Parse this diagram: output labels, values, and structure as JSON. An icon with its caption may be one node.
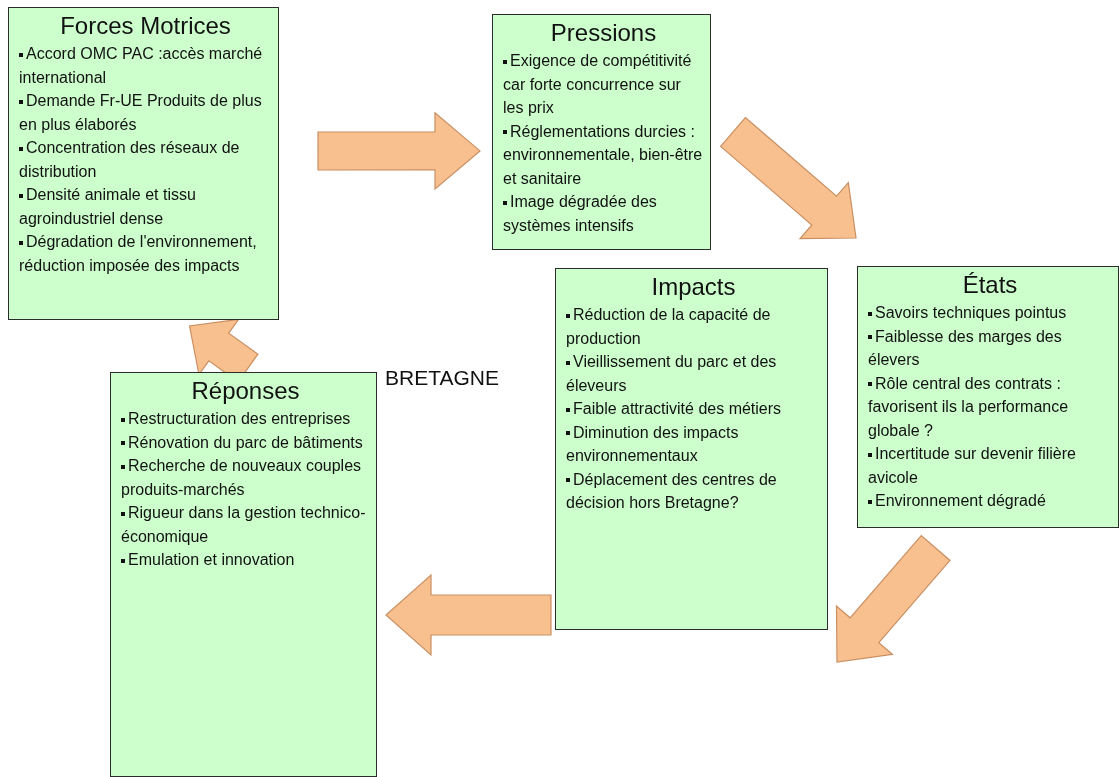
{
  "diagram": {
    "nodes": [
      {
        "text": [
          "Forces Motrices",
          "Accord OMC PAC :accès marché international",
          "Demande Fr-UE Produits de plus en plus élaborés",
          "Concentration des réseaux de distribution",
          "Densité animale et tissu agroindustriel dense",
          "Dégradation de l'environnement, réduction imposée des impacts"
        ]
      },
      {
        "text": [
          "Pressions",
          "Exigence de compétitivité car forte concurrence sur les prix",
          "Réglementations durcies : environnementale, bien-être et sanitaire",
          "Image dégradée des systèmes intensifs"
        ]
      },
      {
        "text": [
          "États",
          "Savoirs techniques pointus",
          "Faiblesse des marges des élevers",
          "Rôle central des contrats : favorisent ils la performance globale ?",
          "Incertitude sur devenir filière avicole",
          "Environnement dégradé"
        ]
      },
      {
        "text": [
          "Impacts",
          "Réduction de la capacité de production",
          "Vieillissement du parc et des éleveurs",
          "Faible attractivité des métiers",
          "Diminution des impacts environnementaux",
          "Déplacement des centres de décision hors Bretagne?"
        ]
      },
      {
        "text": [
          "Réponses",
          "Restructuration des entreprises",
          "Rénovation du parc de bâtiments",
          "Recherche de nouveaux couples produits-marchés",
          "Rigueur dans la gestion technico-économique",
          "Emulation et innovation"
        ]
      }
    ],
    "edges": [
      {
        "from": 0,
        "to": 1,
        "arrow": "to"
      },
      {
        "from": 1,
        "to": 2,
        "arrow": "to"
      },
      {
        "from": 2,
        "to": 3,
        "arrow": "to"
      },
      {
        "from": 3,
        "to": 4,
        "arrow": "to"
      },
      {
        "from": 4,
        "to": 0,
        "arrow": "to"
      }
    ],
    "labels": [
      "BRETAGNE"
    ]
  }
}
